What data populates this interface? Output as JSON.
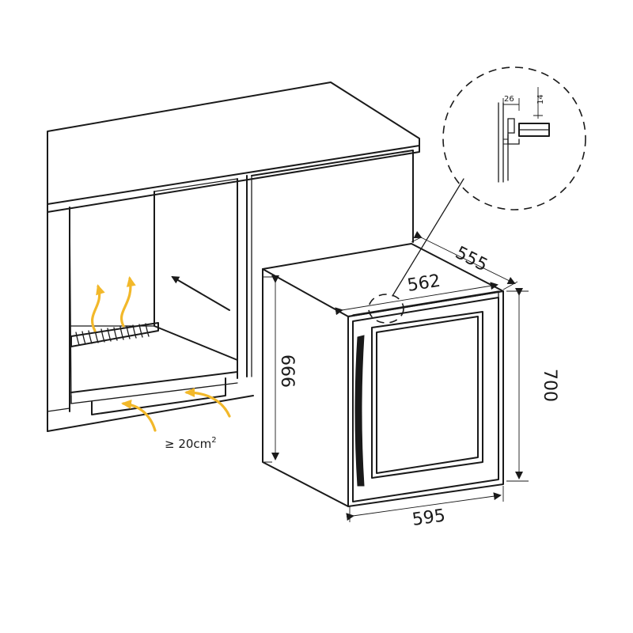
{
  "dimensions": {
    "depth_top": "555",
    "width_top": "562",
    "height_left": "666",
    "height_right": "700",
    "width_bottom": "595",
    "detail_offset_a": "26",
    "detail_offset_b": "14"
  },
  "ventilation_note": {
    "prefix": "≥ 20cm",
    "superscript": "2"
  },
  "colors": {
    "line": "#1a1a1a",
    "airflow": "#f2b82a",
    "background": "#ffffff"
  }
}
